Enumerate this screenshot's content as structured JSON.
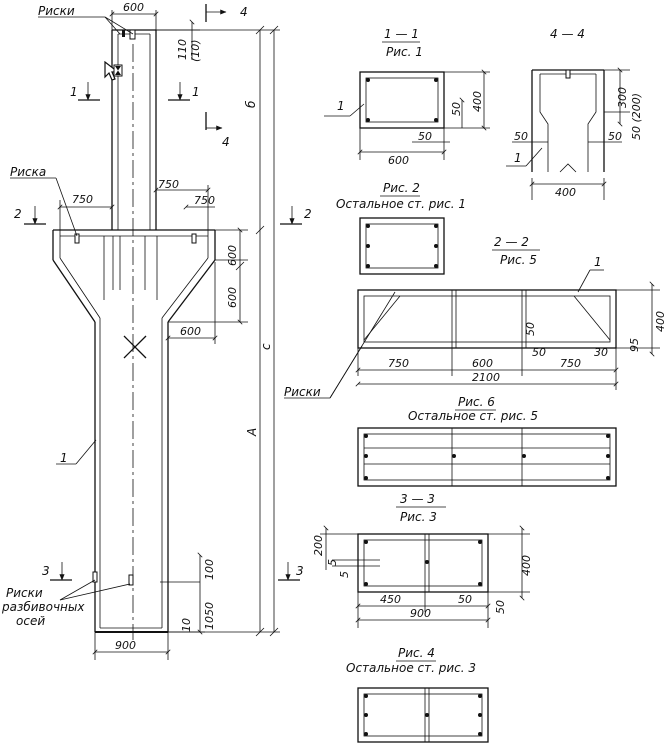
{
  "labels": {
    "riski": "Риски",
    "riska": "Риска",
    "riski_bottom": "Риски",
    "riski_razbivochnykh_1": "Риски",
    "riski_razbivochnykh_2": "разбивочных",
    "riski_razbivochnykh_3": "осей",
    "b": "б",
    "c": "с",
    "a": "А",
    "pos_1": "1"
  },
  "column_dims": {
    "top_width": "600",
    "top_notch": "110",
    "top_notch_alt": "(10)",
    "console_left": "750",
    "console_right": "750",
    "console_right_top": "750",
    "console_h1": "600",
    "console_h2": "600",
    "console_side": "600",
    "bottom_width": "900",
    "bottom_h1": "100",
    "bottom_h2": "1050",
    "bottom_h3": "10"
  },
  "section_marks": {
    "s1_left": "1",
    "s1_right": "1",
    "s2_left": "2",
    "s2_right": "2",
    "s3_left": "3",
    "s3_right": "3",
    "s4_top": "4",
    "s4_bottom": "4"
  },
  "sec_1_1": {
    "title": "1 — 1",
    "sub": "Рис. 1",
    "w": "600",
    "h": "400",
    "off1": "50",
    "off2": "50",
    "pos": "1"
  },
  "sec_4_4": {
    "title": "4 — 4",
    "d300": "300",
    "d50_200": "50 (200)",
    "d50a": "50",
    "d50b": "50",
    "w": "400",
    "pos": "1"
  },
  "fig2": {
    "title": "Рис. 2",
    "sub": "Остальное ст. рис. 1"
  },
  "sec_2_2": {
    "title": "2 — 2",
    "sub": "Рис. 5",
    "pos": "1",
    "d750a": "750",
    "d600": "600",
    "d50a": "50",
    "d50b": "50",
    "d750b": "750",
    "d30": "30",
    "d2100": "2100",
    "d400": "400",
    "d95": "95"
  },
  "fig6": {
    "title": "Рис. 6",
    "sub": "Остальное ст. рис. 5"
  },
  "sec_3_3": {
    "title": "3 — 3",
    "sub": "Рис. 3",
    "d200": "200",
    "d5a": "5",
    "d5b": "5",
    "d450": "450",
    "d50a": "50",
    "d50b": "50",
    "d400": "400",
    "d900": "900"
  },
  "fig4": {
    "title": "Рис. 4",
    "sub": "Остальное ст. рис. 3"
  }
}
